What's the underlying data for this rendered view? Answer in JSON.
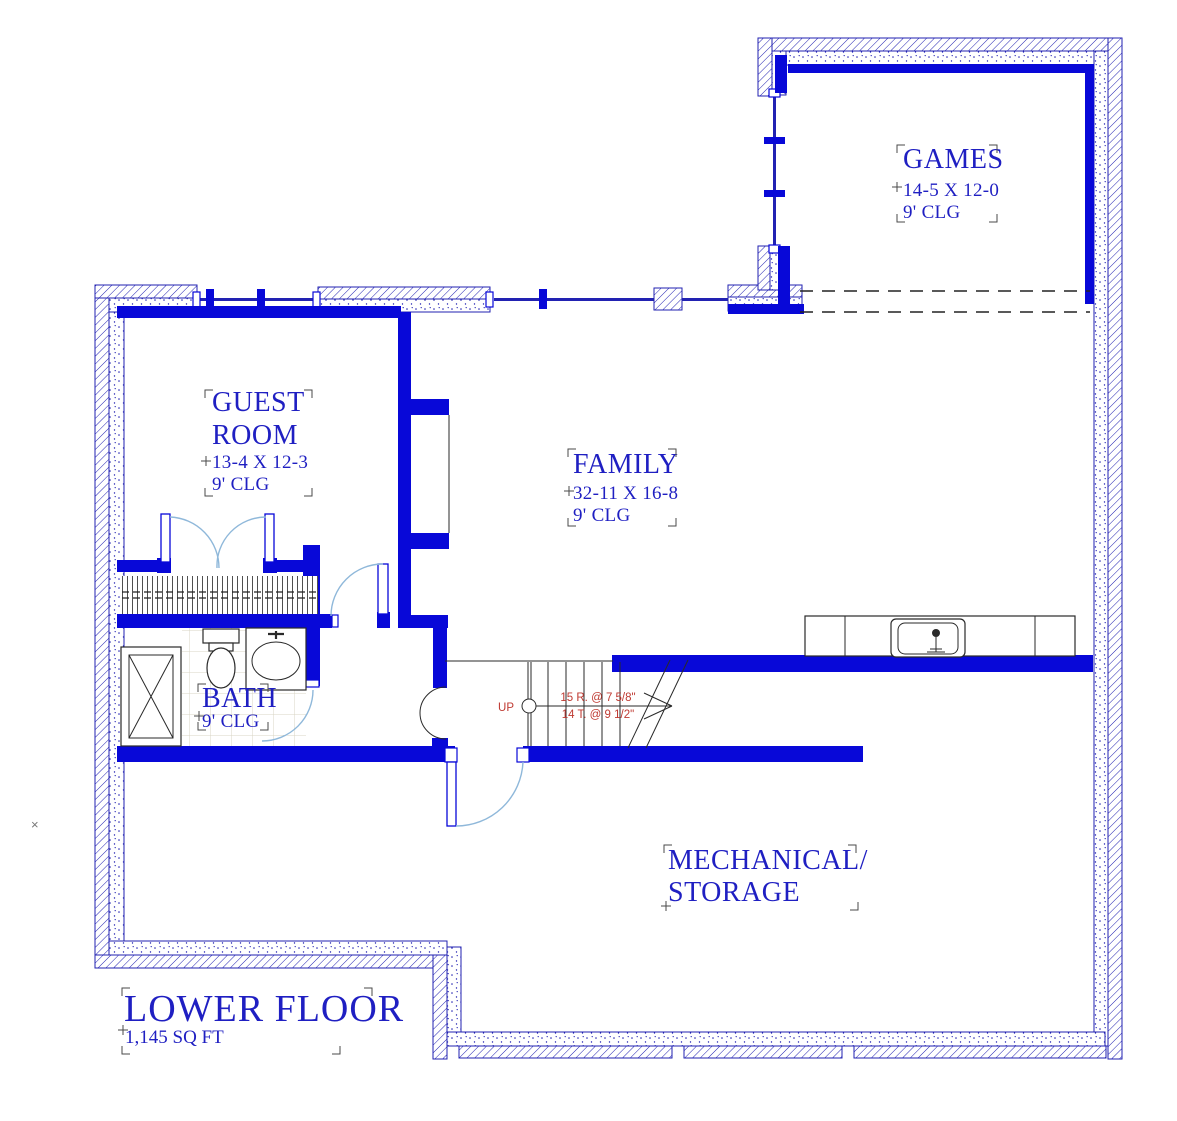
{
  "title": {
    "name": "LOWER FLOOR",
    "area": "1,145 SQ FT"
  },
  "rooms": {
    "games": {
      "name": "GAMES",
      "dims": "14-5 X 12-0",
      "clg": "9' CLG"
    },
    "guest": {
      "name_line1": "GUEST",
      "name_line2": "ROOM",
      "dims": "13-4 X 12-3",
      "clg": "9' CLG"
    },
    "family": {
      "name": "FAMILY",
      "dims": "32-11 X 16-8",
      "clg": "9' CLG"
    },
    "bath": {
      "name": "BATH",
      "clg": "9' CLG"
    },
    "mechanical": {
      "name_line1": "MECHANICAL/",
      "name_line2": "STORAGE"
    }
  },
  "stairs": {
    "up": "UP",
    "risers": "15 R. @ 7 5/8\"",
    "treads": "14 T. @ 9 1/2\""
  },
  "symbols": {
    "x_mark": "×"
  },
  "colors": {
    "wall_blue": "#0808d8",
    "hatch_blue": "#2222b2",
    "label_blue": "#1f1fc2",
    "annotation_red": "#bf3a32",
    "door_arc_blue": "#8fb8da",
    "thin_line": "#2a2a2a"
  }
}
